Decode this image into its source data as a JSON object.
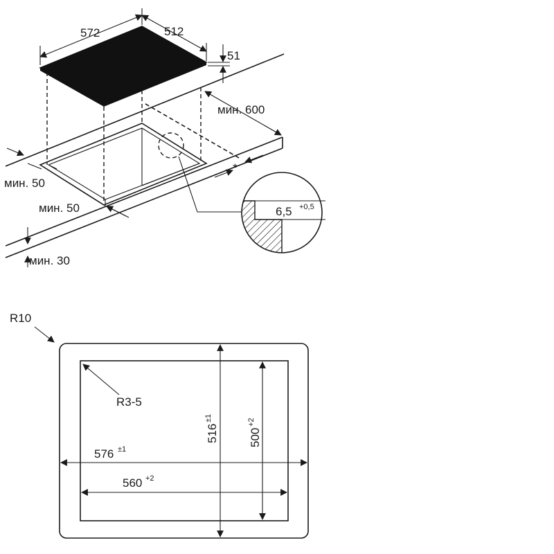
{
  "installation": {
    "hob_width": "572",
    "hob_depth": "512",
    "hob_height": "51",
    "min_back": "мин. 600",
    "min_side": "мин. 50",
    "min_front": "мин. 50",
    "min_worktop": "мин. 30",
    "asterisk": "*",
    "recess_depth": "6,5",
    "recess_tolerance": "+0,5"
  },
  "cutout": {
    "outer_radius": "R10",
    "inner_radius": "R3-5",
    "outer_width": "576",
    "outer_width_tol": "±1",
    "outer_height": "516",
    "outer_height_tol": "±1",
    "inner_width": "560",
    "inner_width_tol": "+2",
    "inner_height": "500",
    "inner_height_tol": "+2"
  },
  "colors": {
    "line": "#1a1a1a",
    "hob": "#111111",
    "background": "#ffffff"
  }
}
